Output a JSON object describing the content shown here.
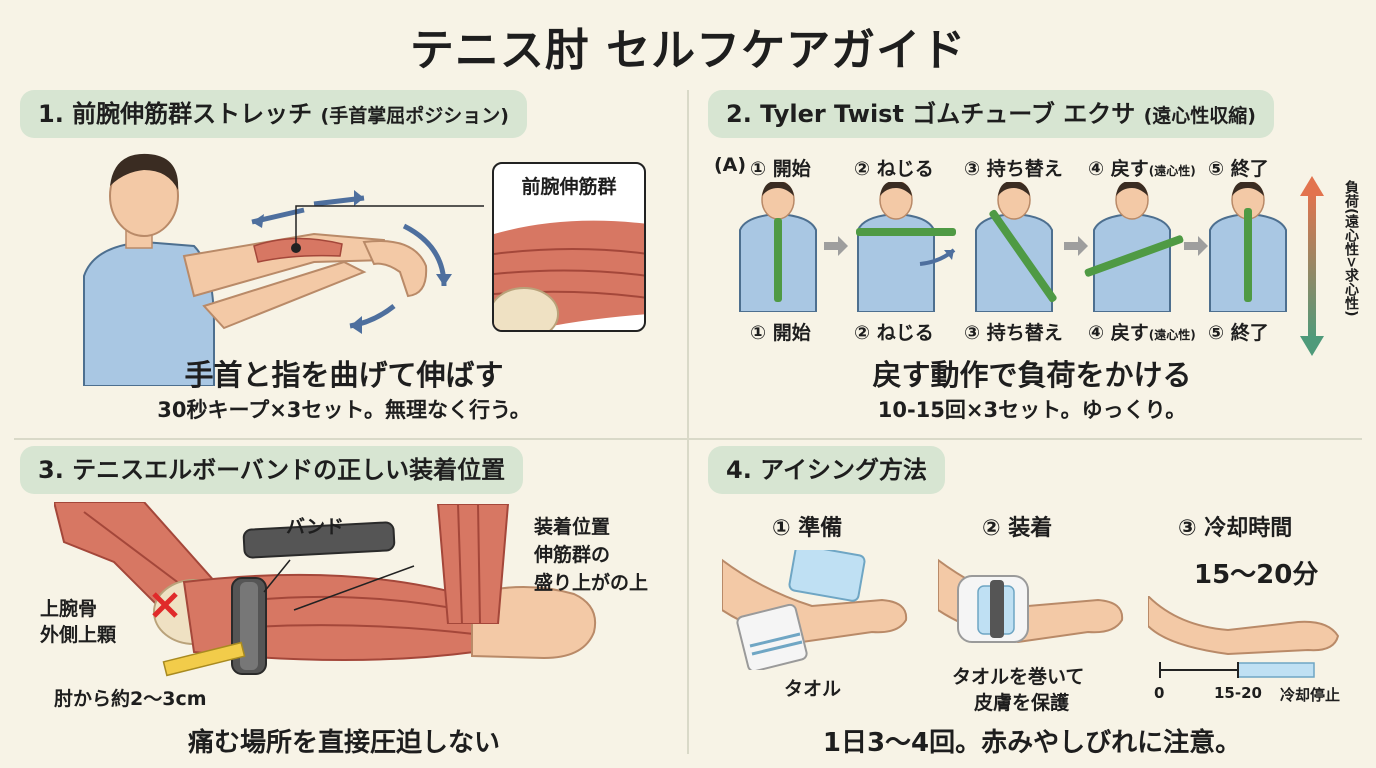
{
  "page": {
    "title": "テニス肘 セルフケアガイド"
  },
  "panel1": {
    "heading": "1. 前腕伸筋群ストレッチ",
    "heading_note": "(手首掌屈ポジション)",
    "callout_label": "前腕伸筋群",
    "caption": "手首と指を曲げて伸ばす",
    "subcaption": "30秒キープ×3セット。無理なく行う。"
  },
  "panel2": {
    "heading": "2. Tyler Twist ゴムチューブ エクサ",
    "heading_note": "(遠心性収縮)",
    "prefix": "(A)",
    "steps_top": [
      "① 開始",
      "② ねじる",
      "③ 持ち替え",
      "④ 戻す",
      "⑤ 終了"
    ],
    "steps_bottom": [
      "① 開始",
      "② ねじる",
      "③ 持ち替え",
      "④ 戻す",
      "⑤ 終了"
    ],
    "step4_note": "(遠心性)",
    "load_label": "負荷(遠心性>求心性)",
    "caption": "戻す動作で負荷をかける",
    "subcaption": "10-15回×3セット。ゆっくり。",
    "colors": {
      "tube": "#4f9a44",
      "shirt": "#a9c7e3",
      "arrow_up": "#e2734e",
      "arrow_down": "#4e9a7a"
    }
  },
  "panel3": {
    "heading": "3. テニスエルボーバンドの正しい装着位置",
    "band_label": "バンド",
    "bone_label_1": "上腕骨",
    "bone_label_2": "外側上顆",
    "position_label_1": "装着位置",
    "position_label_2": "伸筋群の",
    "position_label_3": "盛り上がの上",
    "distance_label": "肘から約2〜3cm",
    "caption": "痛む場所を直接圧迫しない"
  },
  "panel4": {
    "heading": "4. アイシング方法",
    "steps": [
      "① 準備",
      "② 装着",
      "③ 冷却時間"
    ],
    "towel_label": "タオル",
    "wrap_label_1": "タオルを巻いて",
    "wrap_label_2": "皮膚を保護",
    "duration": "15〜20分",
    "scale_labels": [
      "0",
      "15-20",
      "冷却停止"
    ],
    "caption": "1日3〜4回。赤みやしびれに注意。"
  }
}
